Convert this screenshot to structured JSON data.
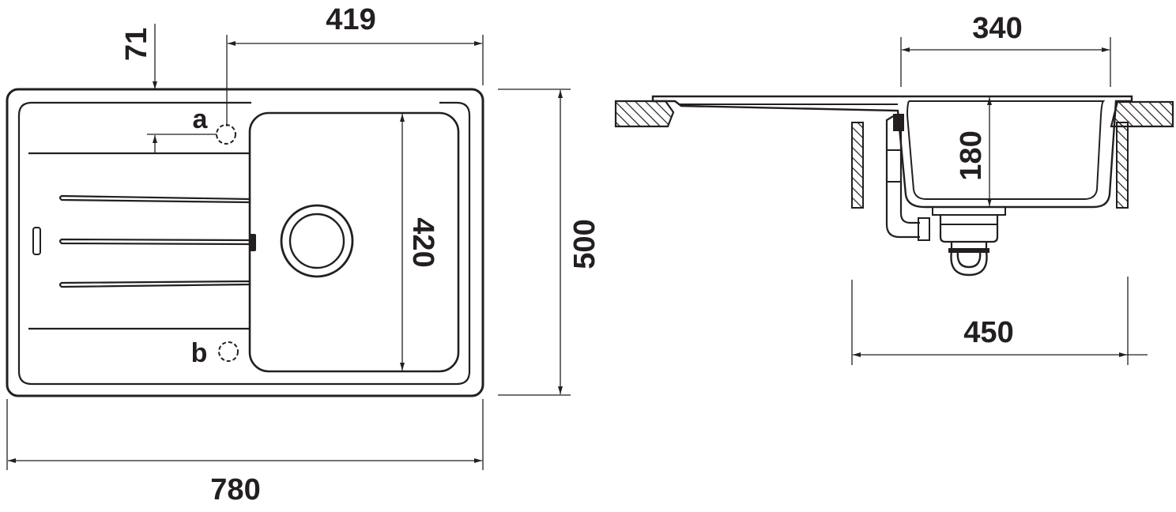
{
  "top_view": {
    "overall_width": "780",
    "overall_depth": "500",
    "bowl_width": "419",
    "bowl_depth": "420",
    "tap_offset": "71",
    "tap_hole_a": "a",
    "tap_hole_b": "b"
  },
  "section_view": {
    "bowl_width": "340",
    "bowl_depth": "180",
    "cabinet_width": "450"
  },
  "colors": {
    "line": "#231f20",
    "background": "#ffffff"
  }
}
